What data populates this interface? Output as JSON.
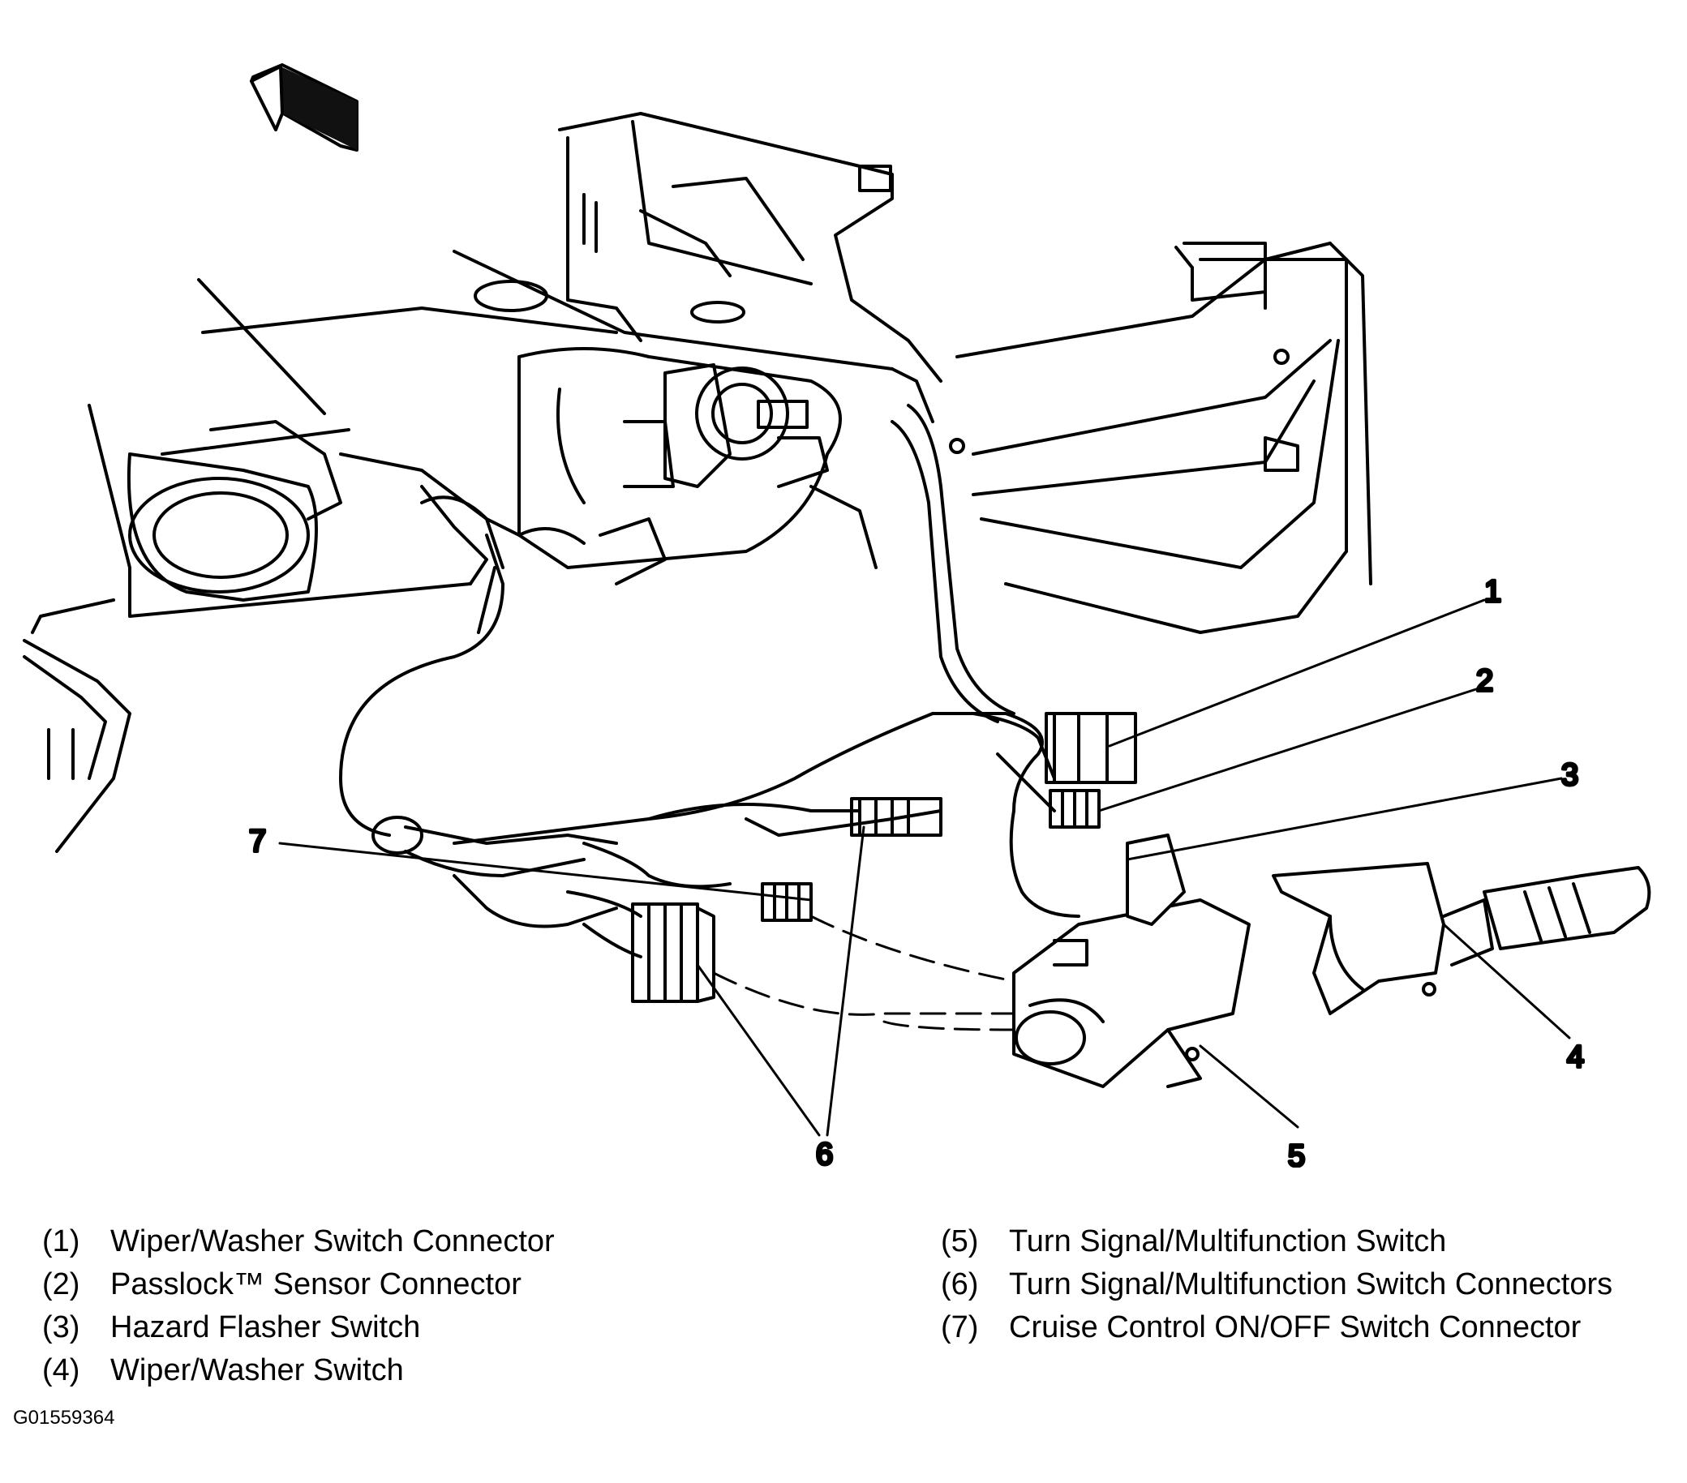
{
  "callouts": [
    "1",
    "2",
    "3",
    "4",
    "5",
    "6",
    "7"
  ],
  "legend": [
    {
      "num": "(1)",
      "label": "Wiper/Washer Switch Connector"
    },
    {
      "num": "(2)",
      "label": "Passlock™ Sensor Connector"
    },
    {
      "num": "(3)",
      "label": "Hazard Flasher Switch"
    },
    {
      "num": "(4)",
      "label": "Wiper/Washer Switch"
    },
    {
      "num": "(5)",
      "label": "Turn Signal/Multifunction Switch"
    },
    {
      "num": "(6)",
      "label": "Turn Signal/Multifunction Switch Connectors"
    },
    {
      "num": "(7)",
      "label": "Cruise Control ON/OFF Switch Connector"
    }
  ],
  "figure_id": "G01559364",
  "icons": {
    "direction": "front-arrow-icon"
  }
}
